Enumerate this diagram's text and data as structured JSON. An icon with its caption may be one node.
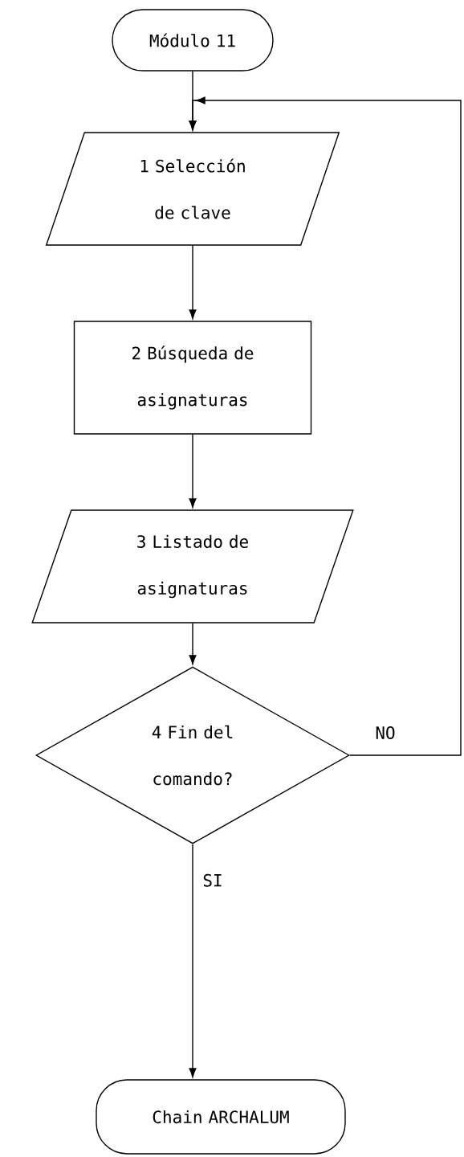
{
  "diagram": {
    "nodes": [
      {
        "text": [
          "Módulo 11"
        ]
      },
      {
        "text": [
          "1 Selección de clave"
        ]
      },
      {
        "text": [
          "2 Búsqueda de asignaturas"
        ]
      },
      {
        "text": [
          "3 Listado de asignaturas"
        ]
      },
      {
        "text": [
          "4 Fin del comando?"
        ]
      },
      {
        "text": [
          "Chain ARCHALUM"
        ]
      }
    ],
    "edges": [
      {
        "from": 0,
        "to": 1,
        "arrow": "to"
      },
      {
        "from": 1,
        "to": 2,
        "arrow": "to"
      },
      {
        "from": 2,
        "to": 3,
        "arrow": "to"
      },
      {
        "from": 3,
        "to": 4,
        "arrow": "to"
      },
      {
        "from": 4,
        "to": 5,
        "arrow": "to",
        "label": "SI"
      },
      {
        "from": 4,
        "to": 1,
        "arrow": "to",
        "label": "NO"
      }
    ]
  }
}
